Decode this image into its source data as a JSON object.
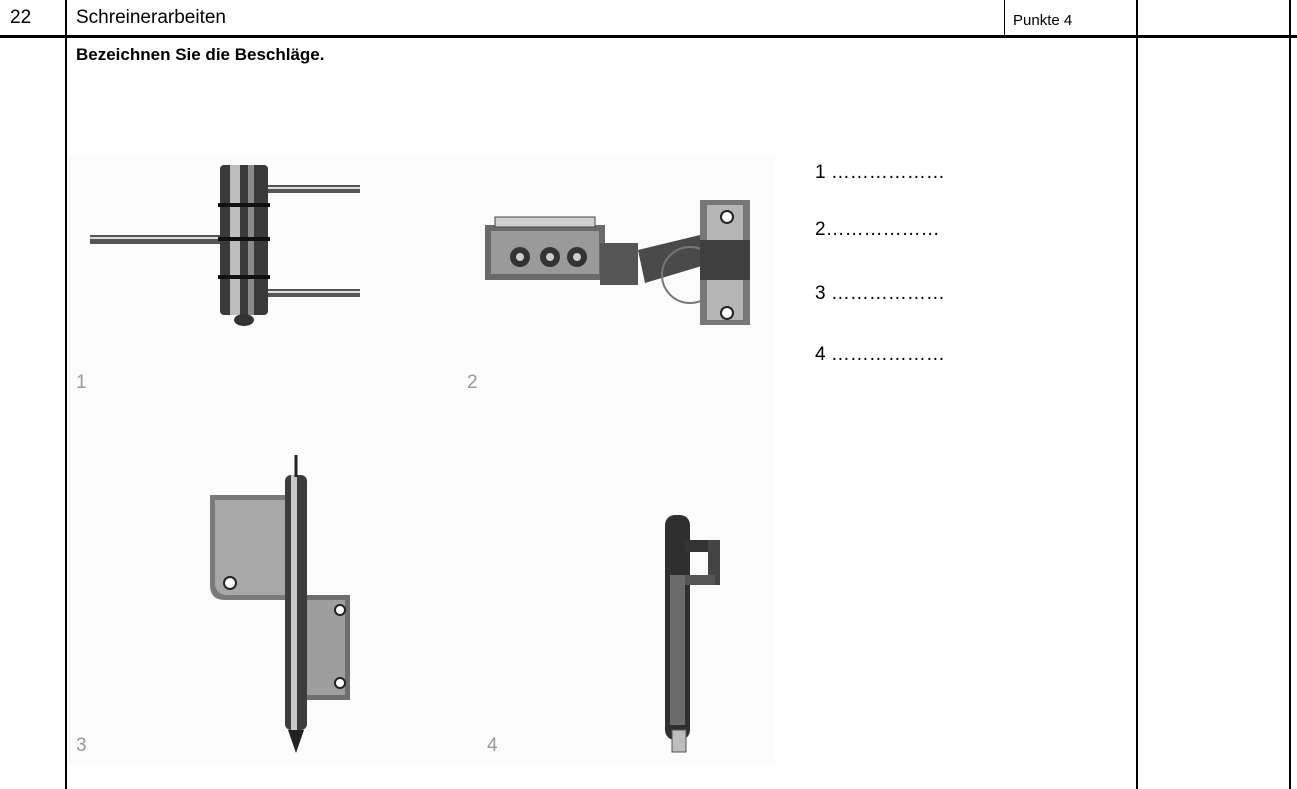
{
  "header": {
    "number": "22",
    "title": "Schreinerarbeiten",
    "points_label": "Punkte 4"
  },
  "task": {
    "instruction": "Bezeichnen Sie die Beschläge."
  },
  "answers": [
    {
      "label": "1 ………………"
    },
    {
      "label": "2………………"
    },
    {
      "label": "3 ………………"
    },
    {
      "label": "4 ………………"
    }
  ],
  "figures": [
    {
      "number": "1",
      "icon": "hinge-with-pins-icon"
    },
    {
      "number": "2",
      "icon": "concealed-cup-hinge-icon"
    },
    {
      "number": "3",
      "icon": "lift-off-hinge-icon"
    },
    {
      "number": "4",
      "icon": "cabinet-catch-icon"
    }
  ]
}
